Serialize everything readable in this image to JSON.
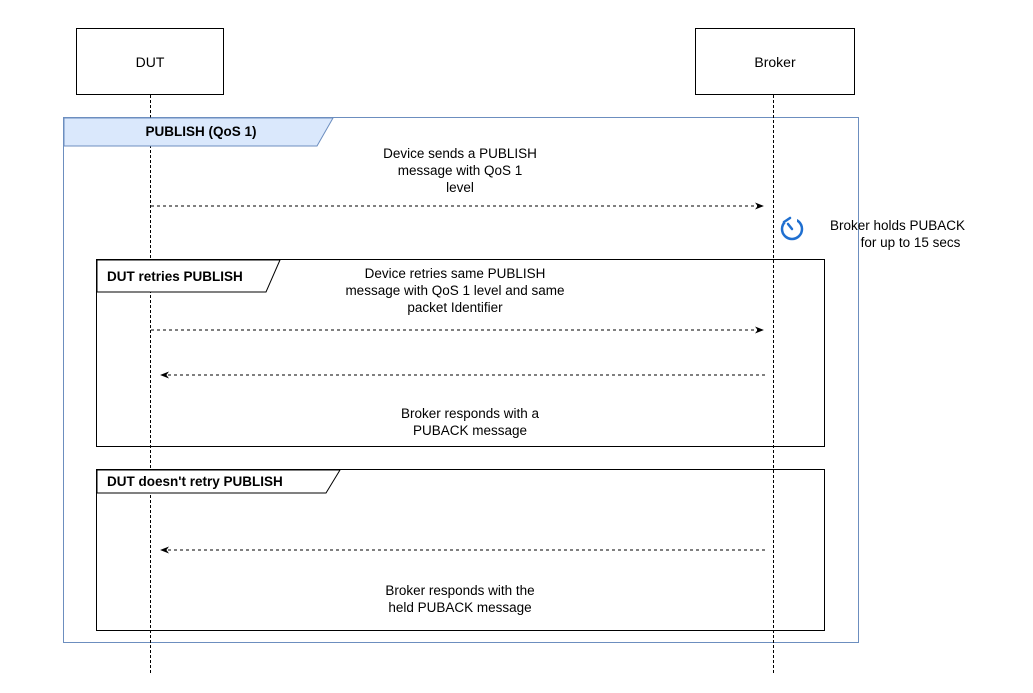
{
  "participants": {
    "dut": "DUT",
    "broker": "Broker"
  },
  "outer_frame": {
    "title": "PUBLISH (QoS 1)",
    "border_color": "#6c8ebf",
    "tab_fill": "#dae8fc"
  },
  "messages": {
    "publish": [
      "Device sends a PUBLISH",
      "message with QoS 1",
      "level"
    ],
    "hold_note": [
      "Broker holds PUBACK",
      "for up to 15 secs"
    ],
    "retry_publish": [
      "Device retries same PUBLISH",
      "message with QoS 1 level and same",
      "packet Identifier"
    ],
    "retry_puback": [
      "Broker responds with a",
      "PUBACK message"
    ],
    "held_puback": [
      "Broker responds with the",
      "held PUBACK message"
    ]
  },
  "fragments": {
    "retry": "DUT retries PUBLISH",
    "no_retry": "DUT doesn't retry PUBLISH"
  },
  "icons": {
    "timer": "timer-icon",
    "timer_color": "#1f6fd0"
  }
}
